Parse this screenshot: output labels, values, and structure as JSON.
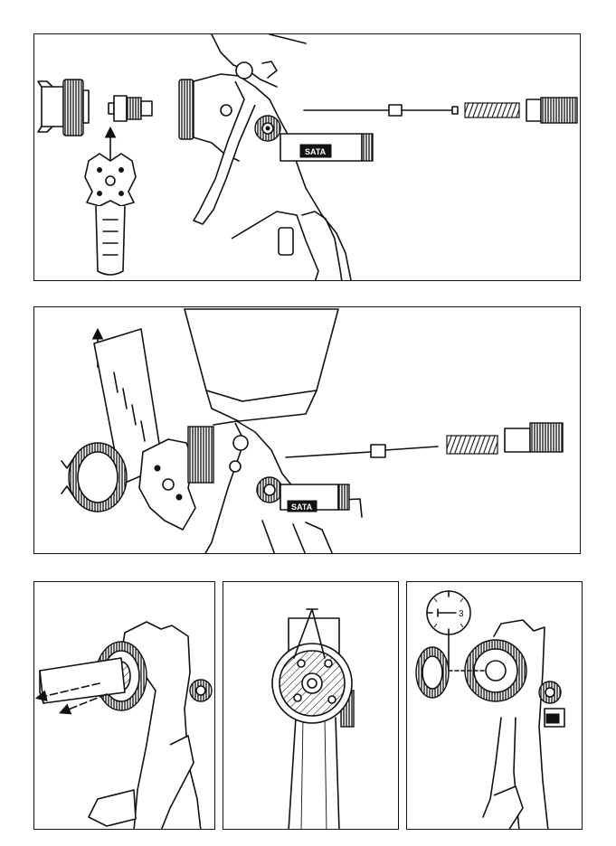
{
  "figure": {
    "panels": [
      {
        "id": "disassembly-overview"
      },
      {
        "id": "disassembly-with-tool"
      },
      {
        "id": "air-cap-removal"
      },
      {
        "id": "nozzle-front-view"
      },
      {
        "id": "air-cap-alignment"
      }
    ],
    "clock_mark": "3",
    "nameplate_text": "SATA",
    "colors": {
      "line": "#111111",
      "background": "#ffffff"
    }
  }
}
